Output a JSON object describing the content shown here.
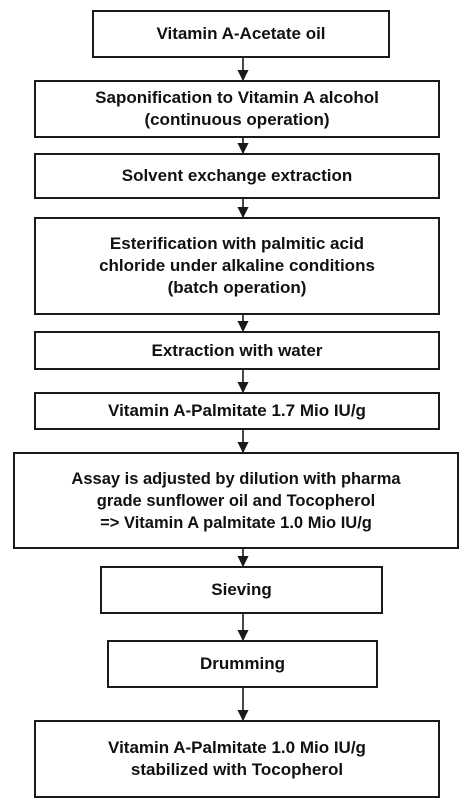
{
  "flowchart": {
    "steps": [
      "Vitamin A-Acetate oil",
      "Saponification to Vitamin A alcohol\n(continuous operation)",
      "Solvent exchange extraction",
      "Esterification with palmitic acid\nchloride under alkaline conditions\n(batch operation)",
      "Extraction with water",
      "Vitamin A-Palmitate 1.7 Mio IU/g",
      "Assay is adjusted by dilution with pharma\ngrade sunflower oil and Tocopherol\n=> Vitamin A palmitate 1.0 Mio IU/g",
      "Sieving",
      "Drumming",
      "Vitamin A-Palmitate 1.0 Mio IU/g\nstabilized with Tocopherol"
    ]
  }
}
